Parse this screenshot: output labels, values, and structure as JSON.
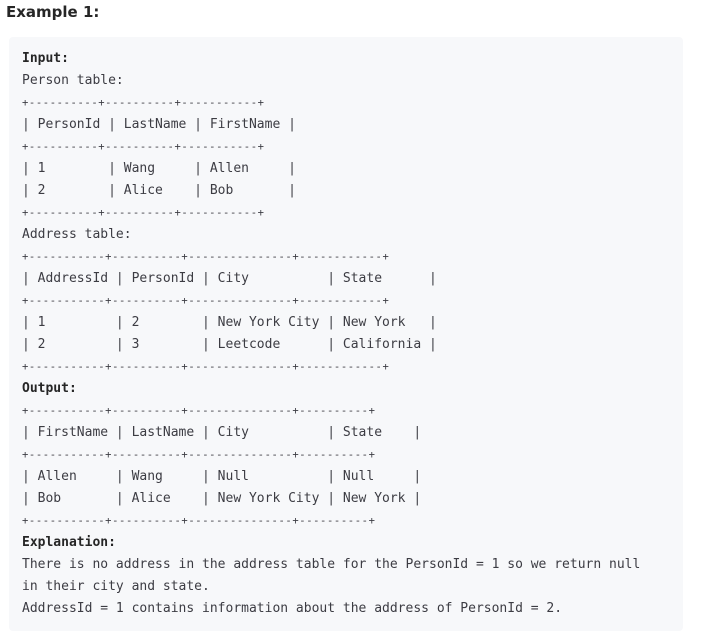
{
  "heading": "Example 1:",
  "lines": [
    {
      "kind": "label",
      "text": "Input:"
    },
    {
      "kind": "text",
      "text": "Person table:"
    },
    {
      "kind": "border",
      "text": "+----------+----------+-----------+"
    },
    {
      "kind": "text",
      "text": "| PersonId | LastName | FirstName |"
    },
    {
      "kind": "border",
      "text": "+----------+----------+-----------+"
    },
    {
      "kind": "text",
      "text": "| 1        | Wang     | Allen     |"
    },
    {
      "kind": "text",
      "text": "| 2        | Alice    | Bob       |"
    },
    {
      "kind": "border",
      "text": "+----------+----------+-----------+"
    },
    {
      "kind": "text",
      "text": "Address table:"
    },
    {
      "kind": "border",
      "text": "+-----------+----------+---------------+------------+"
    },
    {
      "kind": "text",
      "text": "| AddressId | PersonId | City          | State      |"
    },
    {
      "kind": "border",
      "text": "+-----------+----------+---------------+------------+"
    },
    {
      "kind": "text",
      "text": "| 1         | 2        | New York City | New York   |"
    },
    {
      "kind": "text",
      "text": "| 2         | 3        | Leetcode      | California |"
    },
    {
      "kind": "border",
      "text": "+-----------+----------+---------------+------------+"
    },
    {
      "kind": "label",
      "text": "Output:"
    },
    {
      "kind": "border",
      "text": "+-----------+----------+---------------+----------+"
    },
    {
      "kind": "text",
      "text": "| FirstName | LastName | City          | State    |"
    },
    {
      "kind": "border",
      "text": "+-----------+----------+---------------+----------+"
    },
    {
      "kind": "text",
      "text": "| Allen     | Wang     | Null          | Null     |"
    },
    {
      "kind": "text",
      "text": "| Bob       | Alice    | New York City | New York |"
    },
    {
      "kind": "border",
      "text": "+-----------+----------+---------------+----------+"
    },
    {
      "kind": "label",
      "text": "Explanation:"
    },
    {
      "kind": "text",
      "text": "There is no address in the address table for the PersonId = 1 so we return null"
    },
    {
      "kind": "text",
      "text": "in their city and state."
    },
    {
      "kind": "text",
      "text": "AddressId = 1 contains information about the address of PersonId = 2."
    }
  ]
}
